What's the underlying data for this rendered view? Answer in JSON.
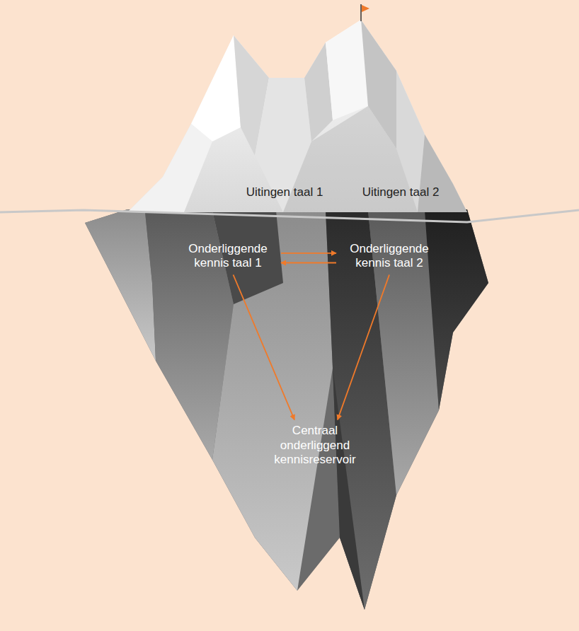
{
  "diagram": {
    "nodes": [
      {
        "text": [
          "Onderliggende kennis taal 1"
        ]
      },
      {
        "text": [
          "Onderliggende kennis taal 2"
        ]
      },
      {
        "text": [
          "Centraal onderliggend kennisreservoir"
        ]
      }
    ],
    "edges": [
      {
        "from": 0,
        "to": 1,
        "arrow": "to"
      },
      {
        "from": 1,
        "to": 0,
        "arrow": "to"
      },
      {
        "from": 0,
        "to": 2,
        "arrow": "to"
      },
      {
        "from": 1,
        "to": 2,
        "arrow": "to"
      }
    ],
    "labels": [
      "Uitingen taal 1",
      "Uitingen taal 2"
    ]
  }
}
